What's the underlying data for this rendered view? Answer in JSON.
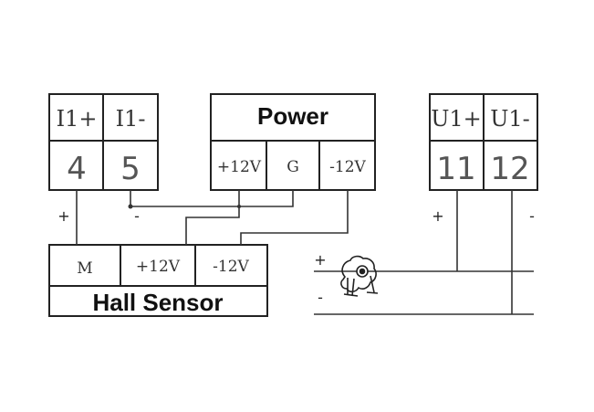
{
  "input_block": {
    "labels": [
      "I1+",
      "I1-"
    ],
    "numbers": [
      "4",
      "5"
    ],
    "signs": [
      "+",
      "-"
    ]
  },
  "power_block": {
    "title": "Power",
    "labels": [
      "+12V",
      "G",
      "-12V"
    ]
  },
  "output_block": {
    "labels": [
      "U1+",
      "U1-"
    ],
    "numbers": [
      "11",
      "12"
    ],
    "signs": [
      "+",
      "-"
    ]
  },
  "hall_sensor": {
    "title": "Hall Sensor",
    "labels": [
      "M",
      "+12V",
      "-12V"
    ]
  },
  "load_line": {
    "signs": [
      "+",
      "-"
    ]
  }
}
